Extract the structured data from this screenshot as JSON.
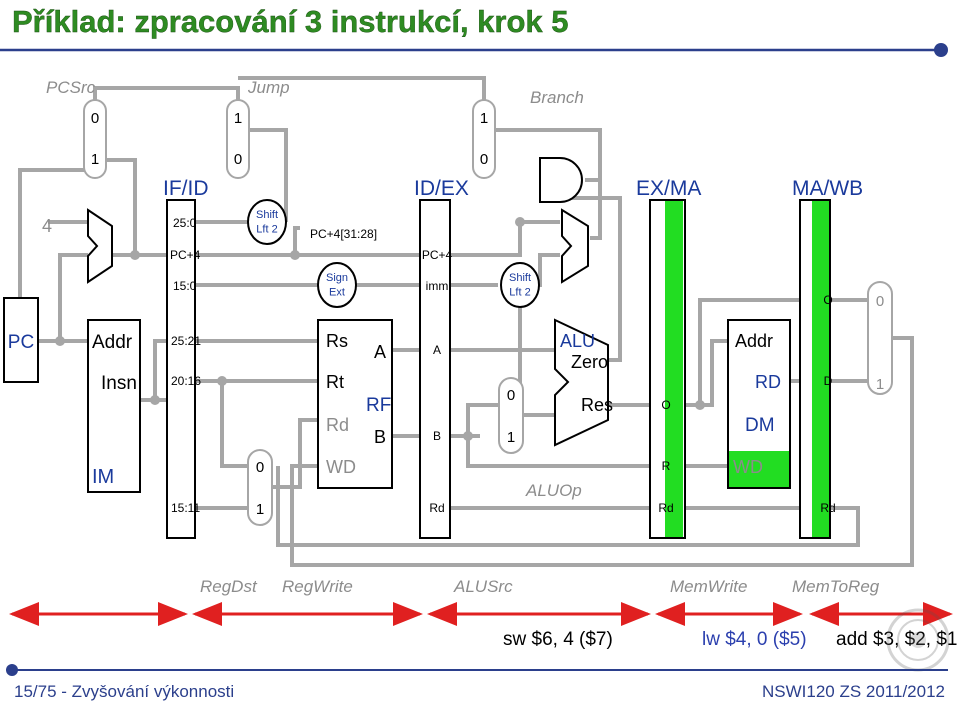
{
  "title": "Příklad: zpracování 3 instrukcí, krok 5",
  "colors": {
    "title_green": "#2e8b22",
    "label_blue": "#1a3a9c",
    "wire_gray": "#a6a6a6",
    "pipeline_green": "#22dd22",
    "arrow_red": "#e02020",
    "footer_blue": "#2b3f8c"
  },
  "signals": {
    "pcsrc": "PCSrc",
    "jump": "Jump",
    "branch": "Branch",
    "regdst": "RegDst",
    "regwrite": "RegWrite",
    "alusrc": "ALUSrc",
    "memwrite": "MemWrite",
    "memtoreg": "MemToReg",
    "aluop": "ALUOp"
  },
  "stages": {
    "if_id": "IF/ID",
    "id_ex": "ID/EX",
    "ex_ma": "EX/MA",
    "ma_wb": "MA/WB"
  },
  "constants": {
    "four": "4"
  },
  "mux": {
    "pcsrc": {
      "top": "0",
      "bottom": "1"
    },
    "jump": {
      "top": "1",
      "bottom": "0"
    },
    "branch": {
      "top": "1",
      "bottom": "0"
    },
    "regdst": {
      "top": "0",
      "bottom": "1"
    },
    "alusrc": {
      "top": "0",
      "bottom": "1"
    },
    "memtoreg": {
      "top": "0",
      "bottom": "1"
    }
  },
  "blocks": {
    "pc": "PC",
    "im_addr": "Addr",
    "im_insn": "Insn",
    "im_name": "IM",
    "shift_left_2": "Shift\nLft 2",
    "pc_high": "PC+4[31:28]",
    "sign_ext": "Sign\nExt",
    "rf_rs": "Rs",
    "rf_rt": "Rt",
    "rf_rd": "Rd",
    "rf_wd": "WD",
    "rf_a": "A",
    "rf_b": "B",
    "rf_name": "RF",
    "alu_name": "ALU",
    "alu_zero": "Zero",
    "alu_res": "Res",
    "dm_addr": "Addr",
    "dm_rd": "RD",
    "dm_name": "DM",
    "dm_wd": "WD"
  },
  "if_id_fields": [
    "25:0",
    "PC+4",
    "15:0",
    "25:21",
    "20:16",
    "15:11"
  ],
  "id_ex_fields": [
    "PC+4",
    "imm",
    "A",
    "B",
    "Rd"
  ],
  "ex_ma_fields": [
    "O",
    "R",
    "Rd"
  ],
  "ma_wb_fields": [
    "O",
    "D",
    "Rd"
  ],
  "instructions": [
    "sw $6, 4 ($7)",
    "lw $4, 0 ($5)",
    "add $3, $2, $1"
  ],
  "footer": {
    "left": "15/75 - Zvyšování výkonnosti",
    "right": "NSWI120 ZS 2011/2012"
  }
}
